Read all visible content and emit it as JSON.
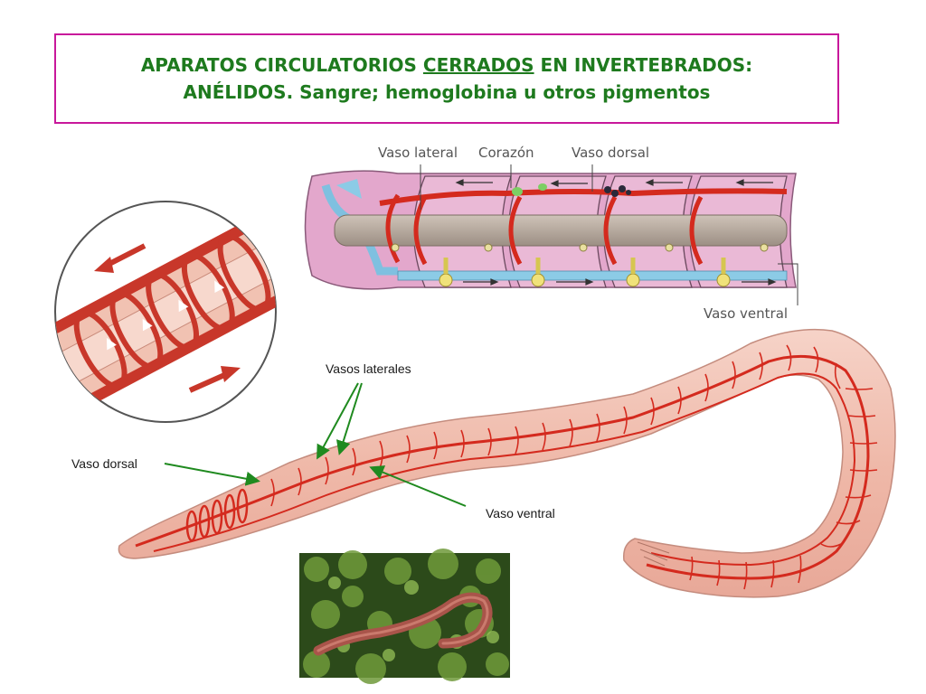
{
  "title": {
    "line1_prefix": "APARATOS CIRCULATORIOS ",
    "line1_underlined": "CERRADOS",
    "line1_suffix": " EN INVERTEBRADOS:",
    "line2": "ANÉLIDOS. Sangre; hemoglobina u otros pigmentos"
  },
  "colors": {
    "title_green": "#1e7a1e",
    "title_border": "#c8189b",
    "vessel_red": "#d42a1e",
    "arrow_green": "#1f8a1f",
    "worm_skin": "#f2c4b8"
  },
  "segment_diagram": {
    "labels": {
      "lateral": "Vaso lateral",
      "heart": "Corazón",
      "dorsal": "Vaso dorsal",
      "ventral": "Vaso ventral"
    }
  },
  "worm_labels": {
    "lateral": "Vasos laterales",
    "dorsal": "Vaso dorsal",
    "ventral": "Vaso ventral"
  }
}
